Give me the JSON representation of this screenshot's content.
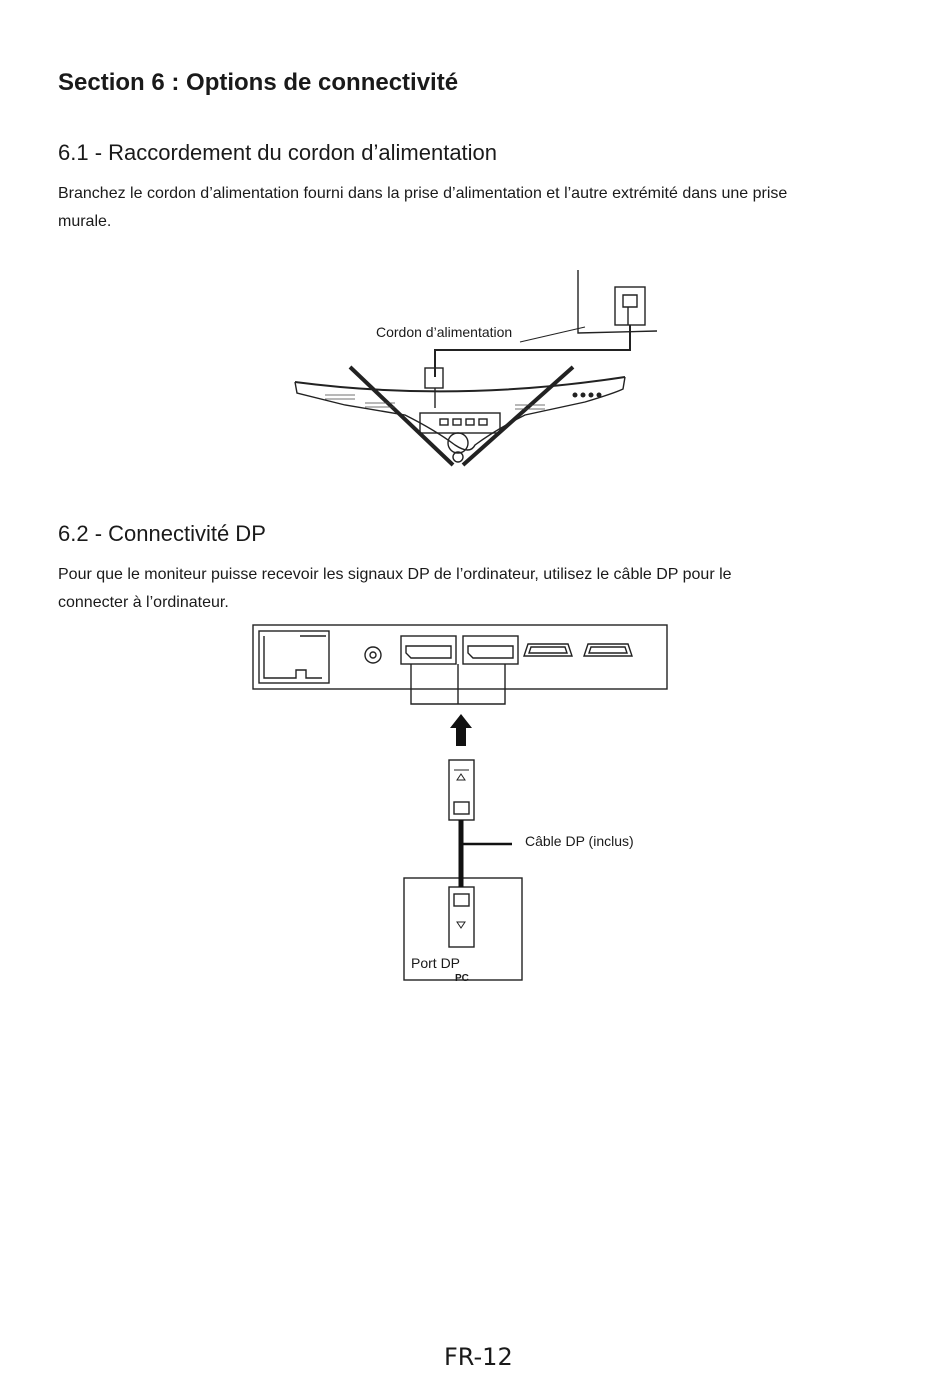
{
  "section_title": "Section 6 : Options de connectivité",
  "s61": {
    "heading": "6.1 - Raccordement du cordon d’alimentation",
    "line1": "Branchez le cordon d’alimentation fourni dans la prise d’alimentation et l’autre extrémité dans une prise",
    "line2": "murale.",
    "callout": "Cordon d’alimentation"
  },
  "s62": {
    "heading": "6.2 - Connectivité DP",
    "line1": "Pour que le moniteur puisse recevoir les signaux DP de l’ordinateur, utilisez le câble DP pour le",
    "line2": "connecter à l’ordinateur.",
    "cable_label": "Câble DP (inclus)",
    "port_label": "Port DP",
    "pc_label": "PC"
  },
  "page_number": "FR-12"
}
